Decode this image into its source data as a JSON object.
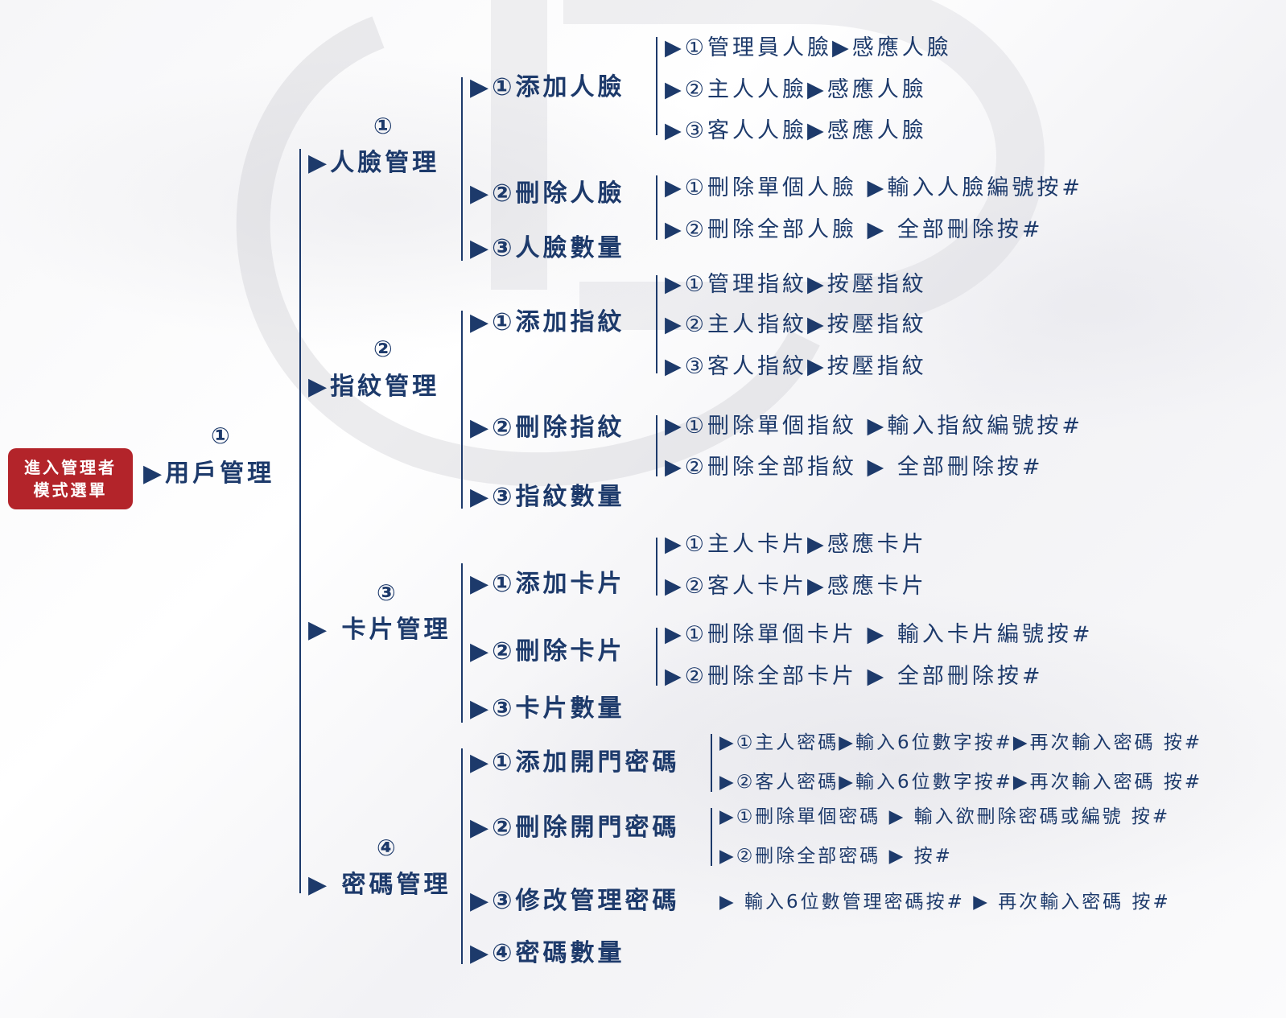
{
  "root": {
    "line1": "進入管理者",
    "line2": "模式選單"
  },
  "user_mgmt": {
    "num": "①",
    "label": "▶用戶管理"
  },
  "face": {
    "num": "①",
    "label": "▶人臉管理",
    "add": "▶①添加人臉",
    "delete": "▶②刪除人臉",
    "count": "▶③人臉數量",
    "add_items": [
      "▶①管理員人臉▶感應人臉",
      "▶②主人人臉▶感應人臉",
      "▶③客人人臉▶感應人臉"
    ],
    "delete_items": [
      "▶①刪除單個人臉 ▶輸入人臉編號按#",
      "▶②刪除全部人臉 ▶  全部刪除按#"
    ]
  },
  "finger": {
    "num": "②",
    "label": "▶指紋管理",
    "add": "▶①添加指紋",
    "delete": "▶②刪除指紋",
    "count": "▶③指紋數量",
    "add_items": [
      "▶①管理指紋▶按壓指紋",
      "▶②主人指紋▶按壓指紋",
      "▶③客人指紋▶按壓指紋"
    ],
    "delete_items": [
      "▶①刪除單個指紋 ▶輸入指紋編號按#",
      "▶②刪除全部指紋 ▶ 全部刪除按#"
    ]
  },
  "card": {
    "num": "③",
    "label": "▶ 卡片管理",
    "add": "▶①添加卡片",
    "delete": "▶②刪除卡片",
    "count": "▶③卡片數量",
    "add_items": [
      "▶①主人卡片▶感應卡片",
      "▶②客人卡片▶感應卡片"
    ],
    "delete_items": [
      "▶①刪除單個卡片 ▶ 輸入卡片編號按#",
      "▶②刪除全部卡片 ▶ 全部刪除按#"
    ]
  },
  "password": {
    "num": "④",
    "label": "▶ 密碼管理",
    "add": "▶①添加開門密碼",
    "delete": "▶②刪除開門密碼",
    "modify": "▶③修改管理密碼",
    "count": "▶④密碼數量",
    "add_items": [
      "▶①主人密碼▶輸入6位數字按#▶再次輸入密碼 按#",
      "▶②客人密碼▶輸入6位數字按#▶再次輸入密碼 按#"
    ],
    "delete_items": [
      "▶①刪除單個密碼 ▶ 輸入欲刪除密碼或編號 按#",
      "▶②刪除全部密碼 ▶ 按#"
    ],
    "modify_item": "▶ 輸入6位數管理密碼按# ▶ 再次輸入密碼 按#"
  },
  "colors": {
    "text": "#1d3a6b",
    "badge": "#b3242a"
  }
}
